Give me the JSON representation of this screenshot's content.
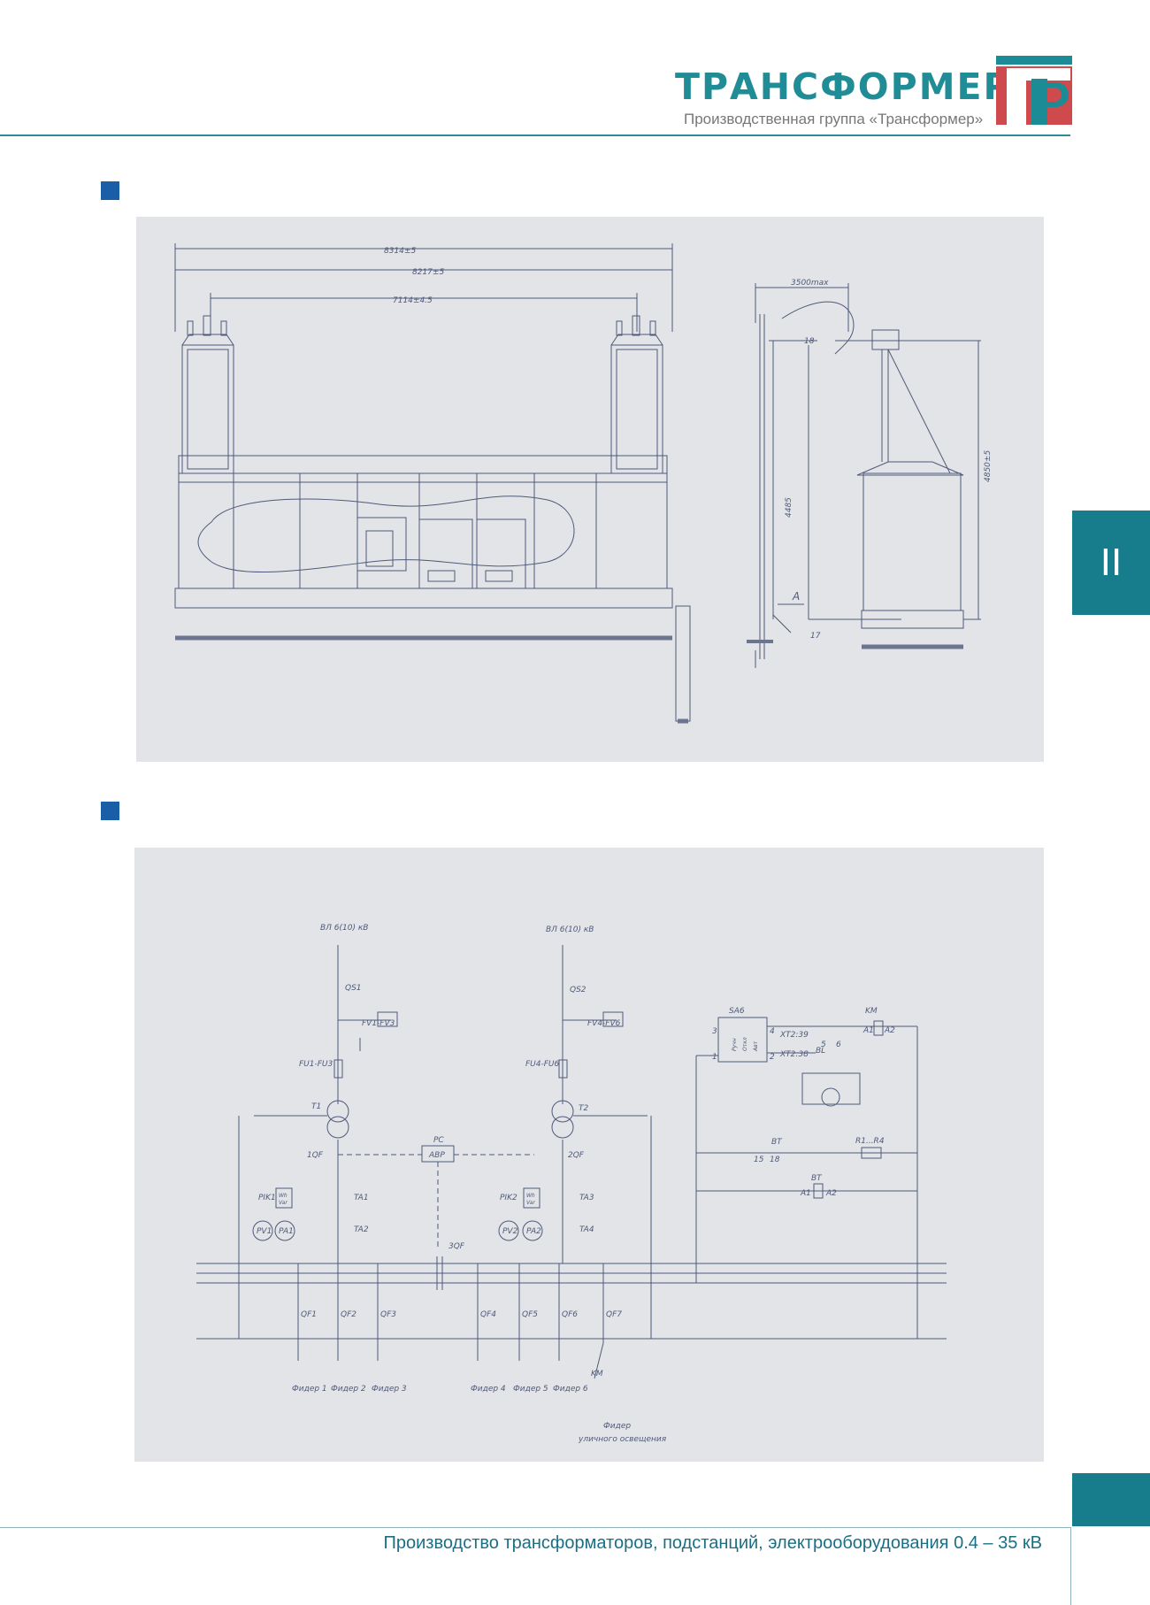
{
  "header": {
    "logo_title": "ТРАНСФОРМЕР",
    "logo_subtitle": "Производственная группа «Трансформер»"
  },
  "side_tab": {
    "label": "II"
  },
  "drawing": {
    "dim_total": "8314±5",
    "dim_inner": "8217±5",
    "dim_center": "7114±4.5",
    "dim_side_top": "3500max",
    "dim_18": "18",
    "dim_height_left": "4485",
    "dim_height_right": "4850±5",
    "dim_17": "17",
    "view_label": "A"
  },
  "schematic": {
    "line1": "ВЛ 6(10) кВ",
    "line2": "ВЛ 6(10) кВ",
    "qs1": "QS1",
    "qs2": "QS2",
    "fv1": "FV1-FV3",
    "fv2": "FV4-FV6",
    "fu1": "FU1-FU3",
    "fu2": "FU4-FU6",
    "t1": "T1",
    "t2": "T2",
    "q1": "1QF",
    "q2": "2QF",
    "q3": "3QF",
    "rc": "РС",
    "avr": "АВР",
    "pik1": "PIK1",
    "pik2": "PIK2",
    "wh": "Wh",
    "var": "Var",
    "ta1": "TA1",
    "ta2": "TA2",
    "ta3": "TA3",
    "ta4": "TA4",
    "pv1": "PV1",
    "pa1": "PA1",
    "pv2": "PV2",
    "pa2": "PA2",
    "breakers": [
      "QF1",
      "QF2",
      "QF3",
      "QF4",
      "QF5",
      "QF6",
      "QF7"
    ],
    "feeders": [
      "Фидер 1",
      "Фидер 2",
      "Фидер 3",
      "Фидер 4",
      "Фидер 5",
      "Фидер 6"
    ],
    "km": "KM",
    "street1": "Фидер",
    "street2": "уличного освещения",
    "sa6": "SA6",
    "sa6_ruch": "Ручн",
    "sa6_otkl": "Откл",
    "sa6_avt": "Авт",
    "xt39": "XT2:39",
    "xt38": "XT2:38",
    "bl": "BL",
    "bt": "BT",
    "r1r4": "R1...R4",
    "a1": "A1",
    "a2": "A2",
    "n3": "3",
    "n4": "4",
    "n1": "1",
    "n2": "2",
    "n5": "5",
    "n6": "6",
    "n15": "15",
    "n18": "18"
  },
  "footer": {
    "text": "Производство трансформаторов, подстанций, электрооборудования 0.4 – 35 кВ"
  }
}
